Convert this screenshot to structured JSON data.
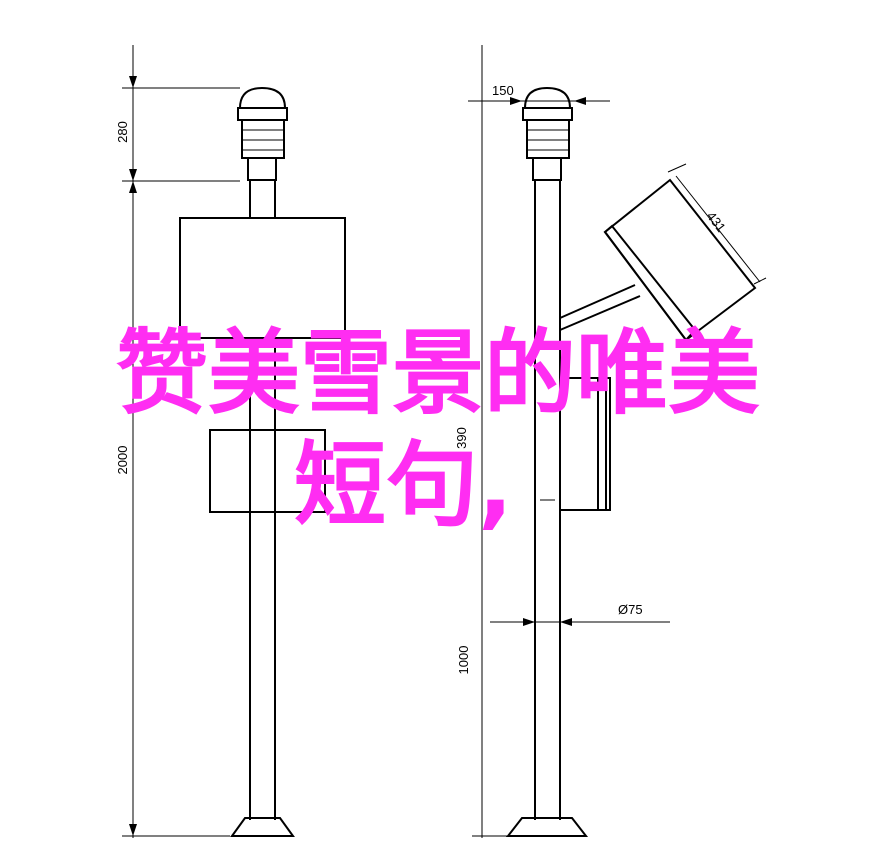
{
  "overlay": {
    "line1": "赞美雪景的唯美",
    "line2": "短句,"
  },
  "dimensions": {
    "d280": "280",
    "d2000": "2000",
    "d150": "150",
    "d431": "431",
    "d390": "390",
    "d1000": "1000",
    "d75": "Ø75"
  },
  "colors": {
    "overlay_text": "#ff2df2",
    "line": "#000000",
    "background": "#ffffff"
  }
}
